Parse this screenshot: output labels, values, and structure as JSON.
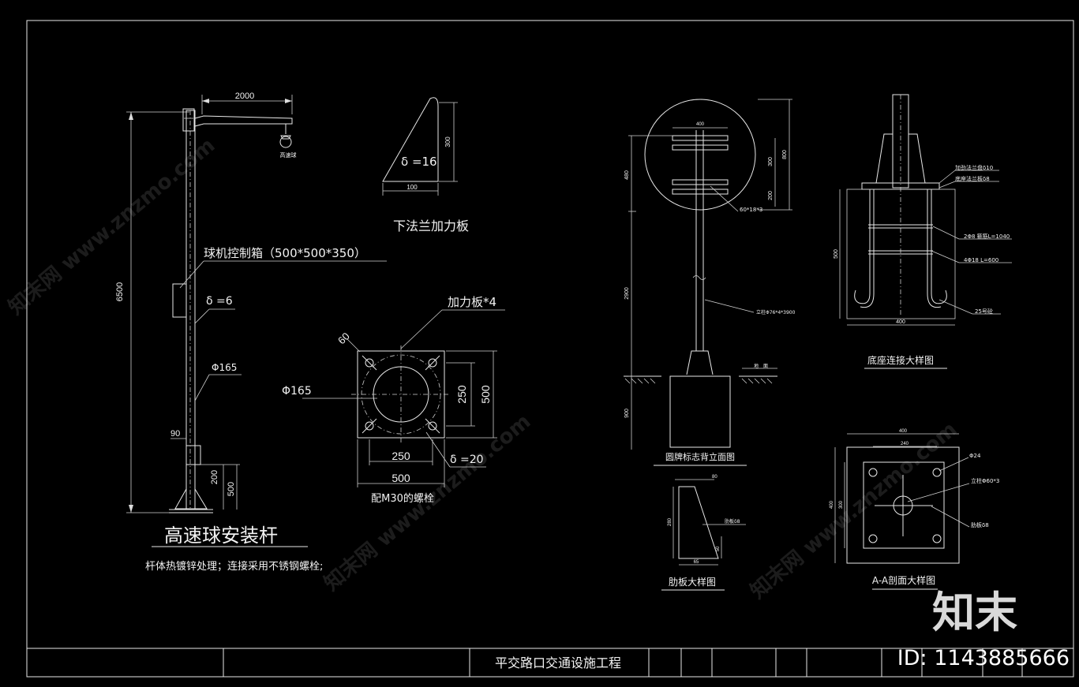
{
  "pole": {
    "dim_arm": "2000",
    "dim_total_height": "6500",
    "camera_label": "高速球",
    "control_box": "球机控制箱（500*500*350）",
    "thickness": "δ =6",
    "diameter": "Φ165",
    "dim_90": "90",
    "dim_200": "200",
    "dim_500": "500",
    "title": "高速球安装杆",
    "note": "杆体热镀锌处理；连接采用不锈钢螺栓;"
  },
  "rib": {
    "thickness": "δ =16",
    "dim_height": "300",
    "dim_width": "100",
    "title": "下法兰加力板"
  },
  "flange": {
    "dim_60": "60",
    "stiffener": "加力板*4",
    "diameter": "Φ165",
    "dim_250_v": "250",
    "dim_500_v": "500",
    "dim_250_h": "250",
    "dim_500_h": "500",
    "thickness": "δ =20",
    "bolt_note": "配M30的螺栓"
  },
  "sign": {
    "dim_top": "400",
    "dim_800": "800",
    "dim_300": "300",
    "dim_200": "200",
    "dim_480": "480",
    "dim_2900": "2900",
    "dim_900": "900",
    "hoop": "60*18*3",
    "post": "立柱Φ76*4*3900",
    "ground": "地　面",
    "title": "圆牌标志背立面图"
  },
  "rib_detail": {
    "dim_top": "80",
    "dim_height": "280",
    "dim_bottom": "65",
    "dim_small": "50",
    "note": "肋板δ8",
    "title": "肋板大样图"
  },
  "base": {
    "flange_plate": "加劲法兰盘δ10",
    "base_plate": "底座法兰板δ8",
    "bars": "2Φ8 箍筋L=1040",
    "anchors": "4Φ18 L=600",
    "dim_500": "500",
    "dim_400": "400",
    "grout": "25号砼",
    "title": "底座连接大样图"
  },
  "section": {
    "dim_400": "400",
    "dim_240": "240",
    "dim_v400": "400",
    "dim_v300": "300",
    "hole": "Φ24",
    "post": "立柱Φ60*3",
    "rib": "肋板δ8",
    "title": "A-A剖面大样图"
  },
  "title_block": {
    "project": "平交路口交通设施工程"
  },
  "watermark": {
    "logo": "知末",
    "id": "ID: 1143885666",
    "site": "知末网 www.znzmo.com"
  }
}
